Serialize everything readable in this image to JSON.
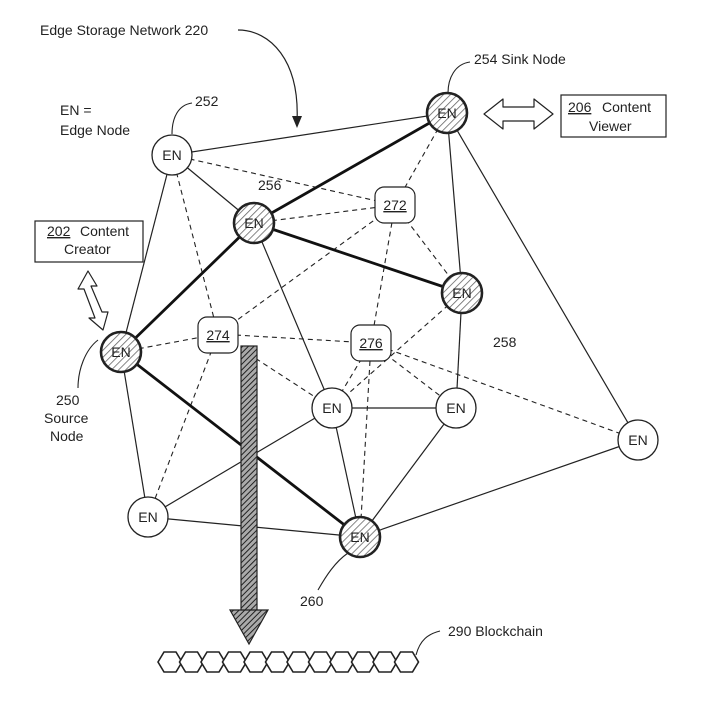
{
  "network_title": "Edge Storage Network 220",
  "legend": {
    "line1": "EN =",
    "line2": "Edge Node"
  },
  "node_text": "EN",
  "labels": {
    "n252": "252",
    "n256": "256",
    "n258": "258",
    "n260": "260",
    "sink": "254 Sink Node",
    "source_num": "250",
    "source_line1": "Source",
    "source_line2": "Node",
    "blockchain": "290  Blockchain"
  },
  "boxes": {
    "creator": {
      "num": "202",
      "line1": "Content",
      "line2": "Creator"
    },
    "viewer": {
      "num": "206",
      "line1": "Content",
      "line2": "Viewer"
    }
  },
  "blocks": {
    "b272": "272",
    "b274": "274",
    "b276": "276"
  },
  "blockchain_hex_count": 12
}
